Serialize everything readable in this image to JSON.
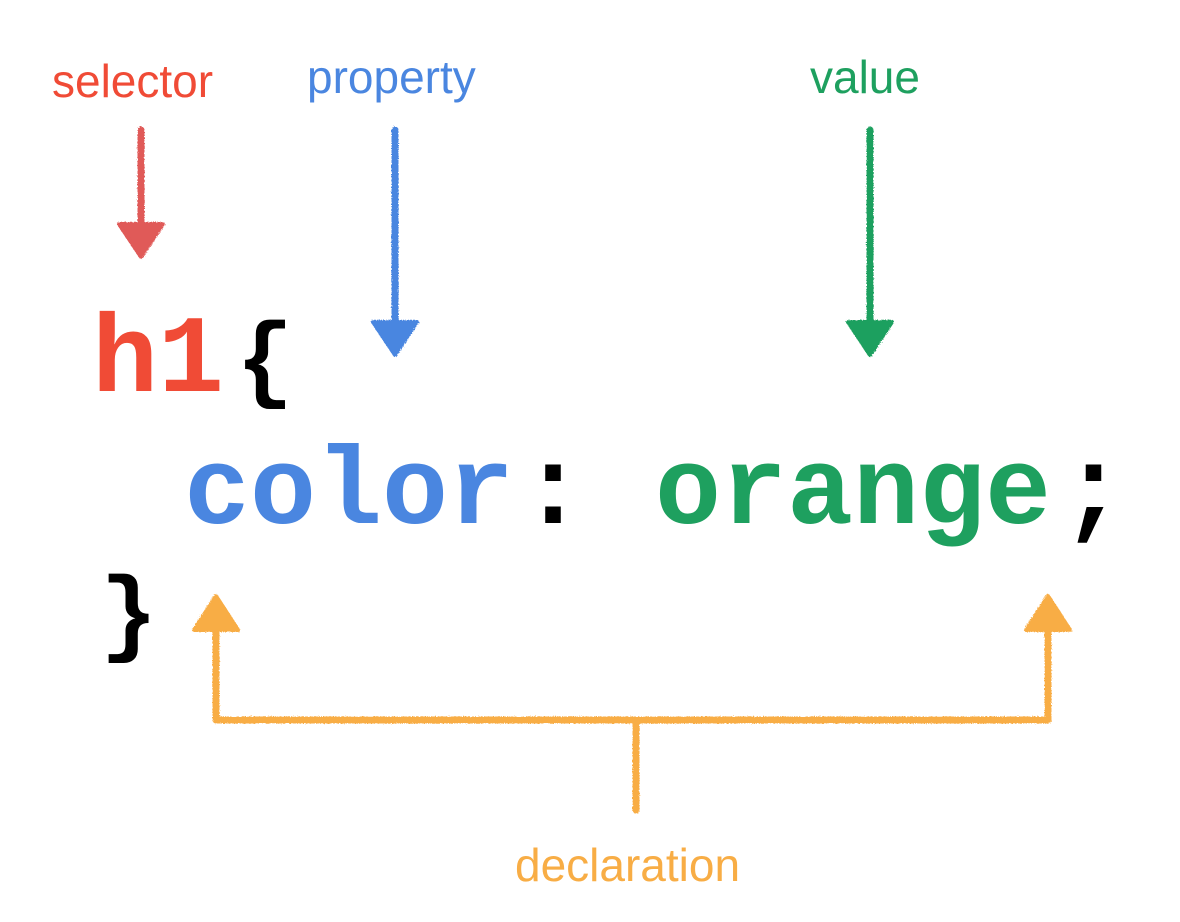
{
  "labels": {
    "selector": "selector",
    "property": "property",
    "value": "value",
    "declaration": "declaration"
  },
  "code": {
    "selector": "h1",
    "open_brace": "{",
    "property": "color",
    "colon": ":",
    "value": "orange",
    "semicolon": ";",
    "close_brace": "}"
  },
  "colors": {
    "selector": "#f04b36",
    "property": "#4a86e0",
    "value": "#1ea05f",
    "declaration": "#f8ad45",
    "selector_arrow": "#e05a59",
    "punctuation": "#000000"
  }
}
